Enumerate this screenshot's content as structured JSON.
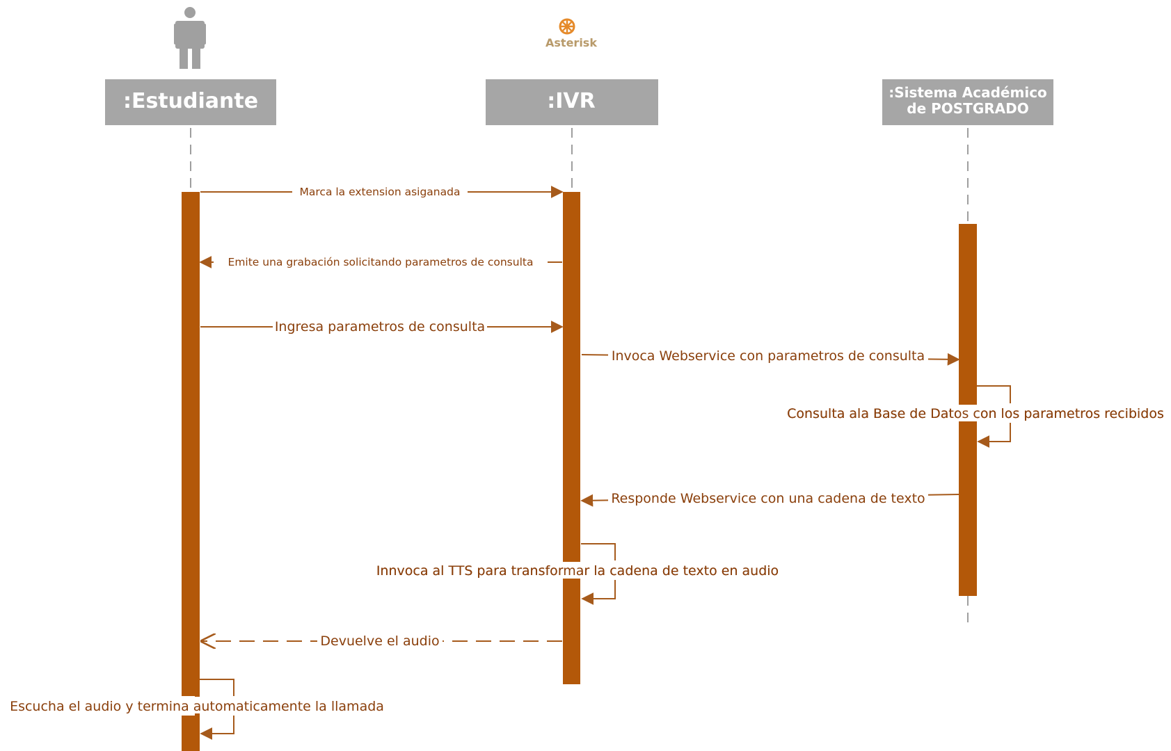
{
  "participants": [
    {
      "id": "estudiante",
      "label": ":Estudiante"
    },
    {
      "id": "ivr",
      "label": ":IVR"
    },
    {
      "id": "sistema",
      "label_lines": [
        ":Sistema Académico",
        "de POSTGRADO"
      ]
    }
  ],
  "ivr_logo": {
    "text": "Asterisk",
    "icon": "asterisk-logo-icon"
  },
  "actor_icon": "person-icon",
  "messages": [
    {
      "id": "m1",
      "text": "Marca la extension asiganada",
      "kind": "sync"
    },
    {
      "id": "m2",
      "text": "Emite una grabación solicitando parametros de consulta",
      "kind": "sync"
    },
    {
      "id": "m3",
      "text": "Ingresa parametros de consulta",
      "kind": "sync"
    },
    {
      "id": "m4",
      "text": "Invoca Webservice con parametros de consulta",
      "kind": "sync"
    },
    {
      "id": "m5",
      "text": "Consulta ala Base de Datos con los parametros recibidos",
      "kind": "self"
    },
    {
      "id": "m6",
      "text": "Responde Webservice con una cadena de texto",
      "kind": "sync"
    },
    {
      "id": "m7",
      "text": "Innvoca al TTS para transformar la cadena de texto en audio",
      "kind": "self"
    },
    {
      "id": "m8",
      "text": "Devuelve el audio",
      "kind": "return"
    },
    {
      "id": "m9",
      "text": "Escucha el audio y termina automaticamente la llamada",
      "kind": "self"
    }
  ],
  "colors": {
    "activation": "#b35809",
    "arrow": "#a65a1b",
    "label": "#8a3f0b",
    "participant_box": "#a6a6a6",
    "lifeline": "#7f7f7f"
  }
}
